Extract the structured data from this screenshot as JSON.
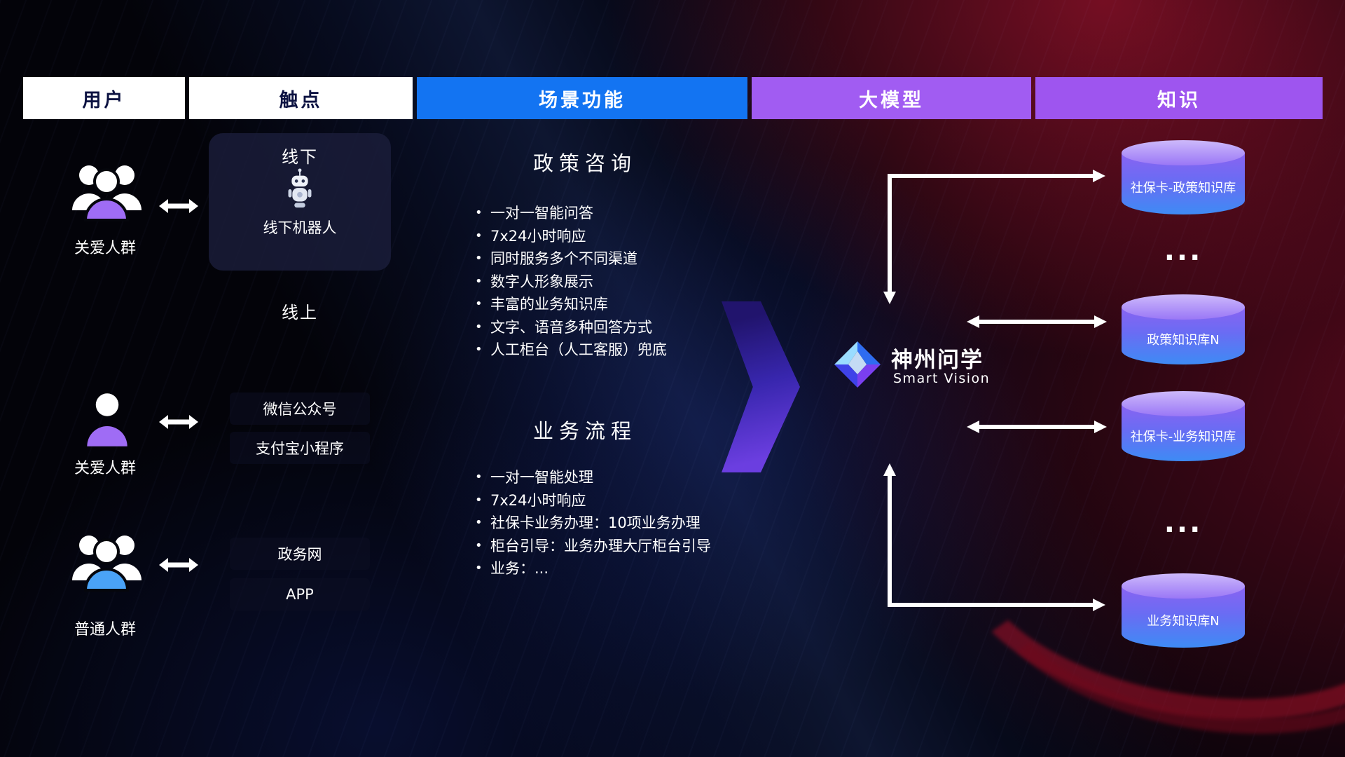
{
  "headers": {
    "user": "用户",
    "touch": "触点",
    "scene": "场景功能",
    "model": "大模型",
    "knowledge": "知识"
  },
  "users": {
    "care_group_label": "关爱人群",
    "care_single_label": "关爱人群",
    "general_group_label": "普通人群"
  },
  "touchpoints": {
    "offline_title": "线下",
    "offline_robot_label": "线下机器人",
    "online_title": "线上",
    "wechat_label": "微信公众号",
    "alipay_label": "支付宝小程序",
    "gov_label": "政务网",
    "app_label": "APP"
  },
  "scenes": {
    "policy": {
      "title": "政策咨询",
      "bullets": [
        "一对一智能问答",
        "7x24小时响应",
        "同时服务多个不同渠道",
        "数字人形象展示",
        "丰富的业务知识库",
        "文字、语音多种回答方式",
        "人工柜台（人工客服）兜底"
      ]
    },
    "business": {
      "title": "业务流程",
      "bullets": [
        "一对一智能处理",
        "7x24小时响应",
        "社保卡业务办理：10项业务办理",
        "柜台引导：业务办理大厅柜台引导",
        "业务：..."
      ]
    }
  },
  "model": {
    "name": "神州问学",
    "subtitle": "Smart Vision"
  },
  "knowledge": {
    "db1": "社保卡-政策知识库",
    "ellipsis1": "...",
    "db2": "政策知识库N",
    "db3": "社保卡-业务知识库",
    "ellipsis2": "...",
    "db4": "业务知识库N"
  },
  "colors": {
    "scene_header_bg": "#1374f2",
    "model_header_bg": "#a15cf2",
    "knowledge_header_bg": "#9e55ef",
    "care_accent": "#9f6cf5",
    "general_accent": "#4aa3f7"
  }
}
